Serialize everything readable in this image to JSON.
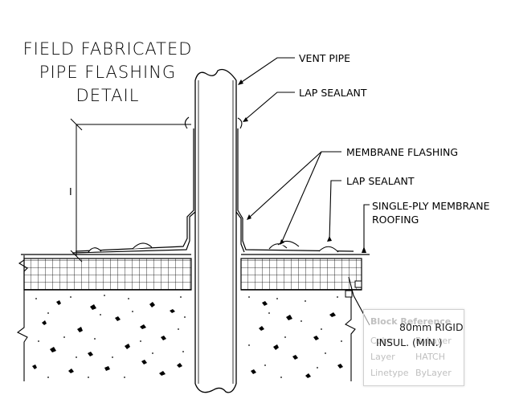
{
  "title_lines": [
    "FIELD FABRICATED",
    "PIPE FLASHING",
    "DETAIL"
  ],
  "labels": {
    "vent_pipe": "VENT PIPE",
    "lap_sealant_top": "LAP SEALANT",
    "membrane_flashing": "MEMBRANE FLASHING",
    "lap_sealant": "LAP SEALANT",
    "single_ply_1": "SINGLE-PLY MEMBRANE",
    "single_ply_2": "ROOFING",
    "insulation_1": "80mm RIGID",
    "insulation_2": "INSUL. (MIN.)",
    "dimension_mark": "I"
  },
  "tooltip": {
    "title": "Block Reference",
    "rows": [
      {
        "key": "Color",
        "value": "ByLayer"
      },
      {
        "key": "Layer",
        "value": "HATCH"
      },
      {
        "key": "Linetype",
        "value": "ByLayer"
      }
    ]
  },
  "colors": {
    "line": "#000000",
    "tooltip_text": "#c0c0c0"
  }
}
